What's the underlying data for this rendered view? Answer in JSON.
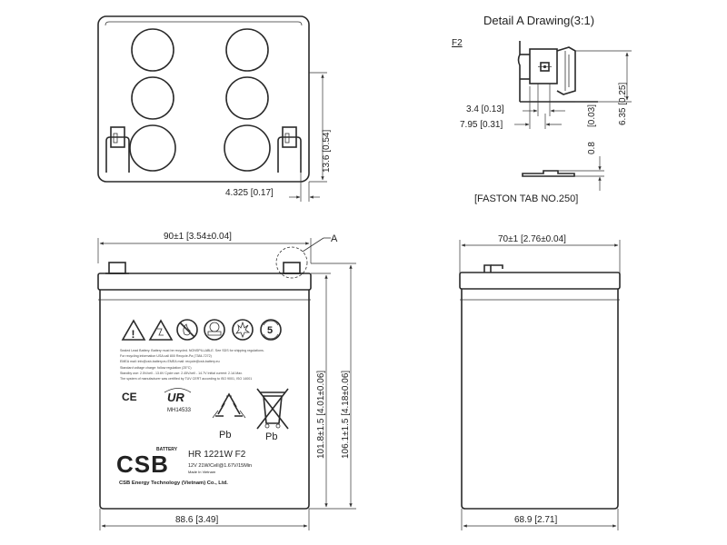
{
  "detail": {
    "title": "Detail A Drawing(3:1)",
    "terminal_code": "F2",
    "note": "[FASTON TAB NO.250]",
    "dim_3_4": "3.4  [0.13]",
    "dim_7_95": "7.95  [0.31]",
    "dim_0_8": "0.8",
    "dim_0_03": "[0.03]",
    "dim_6_35": "6.35  [0.25]"
  },
  "top_view": {
    "dim_13_6": "13.6  [0.54]",
    "dim_4_325": "4.325  [0.17]"
  },
  "front_view": {
    "dim_width": "90±1  [3.54±0.04]",
    "callout": "A",
    "dim_bottom": "88.6  [3.49]",
    "dim_height_1": "101.8±1.5  [4.01±0.06]",
    "dim_height_2": "106.1±1.5  [4.18±0.06]"
  },
  "side_view": {
    "dim_width": "70±1  [2.76±0.04]",
    "dim_bottom": "68.9  [2.71]"
  },
  "label": {
    "warning_text": [
      "Sealed Lead Battery. Battery must be recycled. NONSPILLABLE. See SDS for shipping regulations.",
      "For recycling information USA call 800 Recycle-Pa (7384-7272)",
      "EMEA mail: info@csb-battery.eu   EMEA mail: recycle@csb-battery.eu",
      "Standard voltage charge: follow regulation (25°C)",
      "Standby use: 2.5V/cell - 13.6V    Cycle use: 2.45V/cell - 14.7V   Initial current: 2.1A Max.",
      "The system of manufacturer was certified by TUV CERT according to ISO 9001, ISO 14001"
    ],
    "ce_mark": "CE",
    "ul_number": "MH14533",
    "pb_recycle": "Pb",
    "pb_bin": "Pb",
    "brand_logo": "CSB",
    "brand_tag": "BATTERY",
    "model": "HR 1221W F2",
    "rating": "12V 21W/Cell@1.67V/15Min",
    "origin": "Made In Vietnam",
    "company": "CSB Energy Technology (Vietnam) Co., Ltd.",
    "hazard_icons": [
      "warning-triangle-icon",
      "corrosive-icon",
      "no-fire-icon",
      "eye-protection-icon",
      "explosion-icon",
      "recycle-5-icon"
    ]
  }
}
